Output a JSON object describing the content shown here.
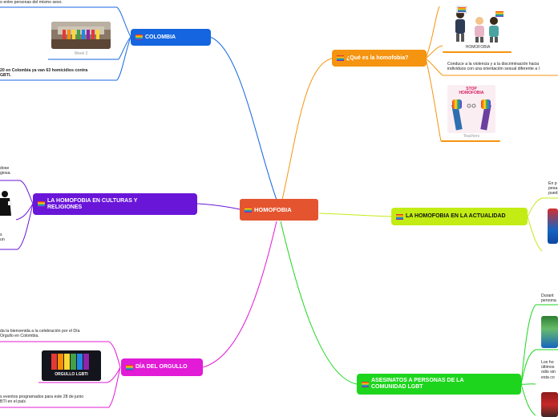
{
  "central": {
    "label": "HOMOFOBIA",
    "color": "#e4552f"
  },
  "branches": {
    "colombia": {
      "label": "COLOMBIA",
      "color": "#1565e0",
      "items": [
        {
          "text": "o entre personas del mismo sexo."
        },
        {
          "image": "pride-crowd-photo",
          "caption": "Week 2"
        },
        {
          "text": "20 en Colombia ya van 63 homicidios contra\nGBTI."
        }
      ]
    },
    "culturas": {
      "label": "LA HOMOFOBIA EN CULTURAS Y RELIGIONES",
      "color": "#6a16d9",
      "items": [
        {
          "text": "dose\ngiosa."
        },
        {
          "image": "religious-figure-illustration"
        },
        {
          "text": "s\nun"
        }
      ]
    },
    "orgullo": {
      "label": "DÍA DEL ORGULLO",
      "color": "#e11bd6",
      "items": [
        {
          "text": "da la bienvenida a la celebración por el Día\nOrgullo en Colombia."
        },
        {
          "image": "orgullo-lgbti-banner",
          "banner_text": "ORGULLO LGBTI"
        },
        {
          "text": "s eventos programados para este 28 de junio\nBTI en el país"
        }
      ]
    },
    "que_es": {
      "label": "¿Qué es la homofobia?",
      "color": "#f59410",
      "items": [
        {
          "image": "people-illustration",
          "caption": "HOMOFOBIA"
        },
        {
          "text": "Conduce a la violencia y a la discriminación hacia\nindividuos con una orientación sexual diferente a l"
        },
        {
          "image": "stop-homophobia-illustration",
          "banner_text": "STOP\nHOMOFOBIA",
          "caption": "Teachers"
        }
      ]
    },
    "actualidad": {
      "label": "LA HOMOFOBIA EN LA ACTUALIDAD",
      "color": "#c2ec14",
      "items": [
        {
          "text": "En p\npesa\npued"
        },
        {
          "image": "partial-photo"
        }
      ]
    },
    "asesinatos": {
      "label": "ASESINATOS A PERSONAS DE LA COMUNIDAD LGBT",
      "color": "#1ed51e",
      "items": [
        {
          "text": "Durant\npersona"
        },
        {
          "image": "partial-photo"
        },
        {
          "text": "Los ho\núltimos\nodio sin\nesta co"
        },
        {
          "image": "partial-photo"
        }
      ]
    }
  }
}
